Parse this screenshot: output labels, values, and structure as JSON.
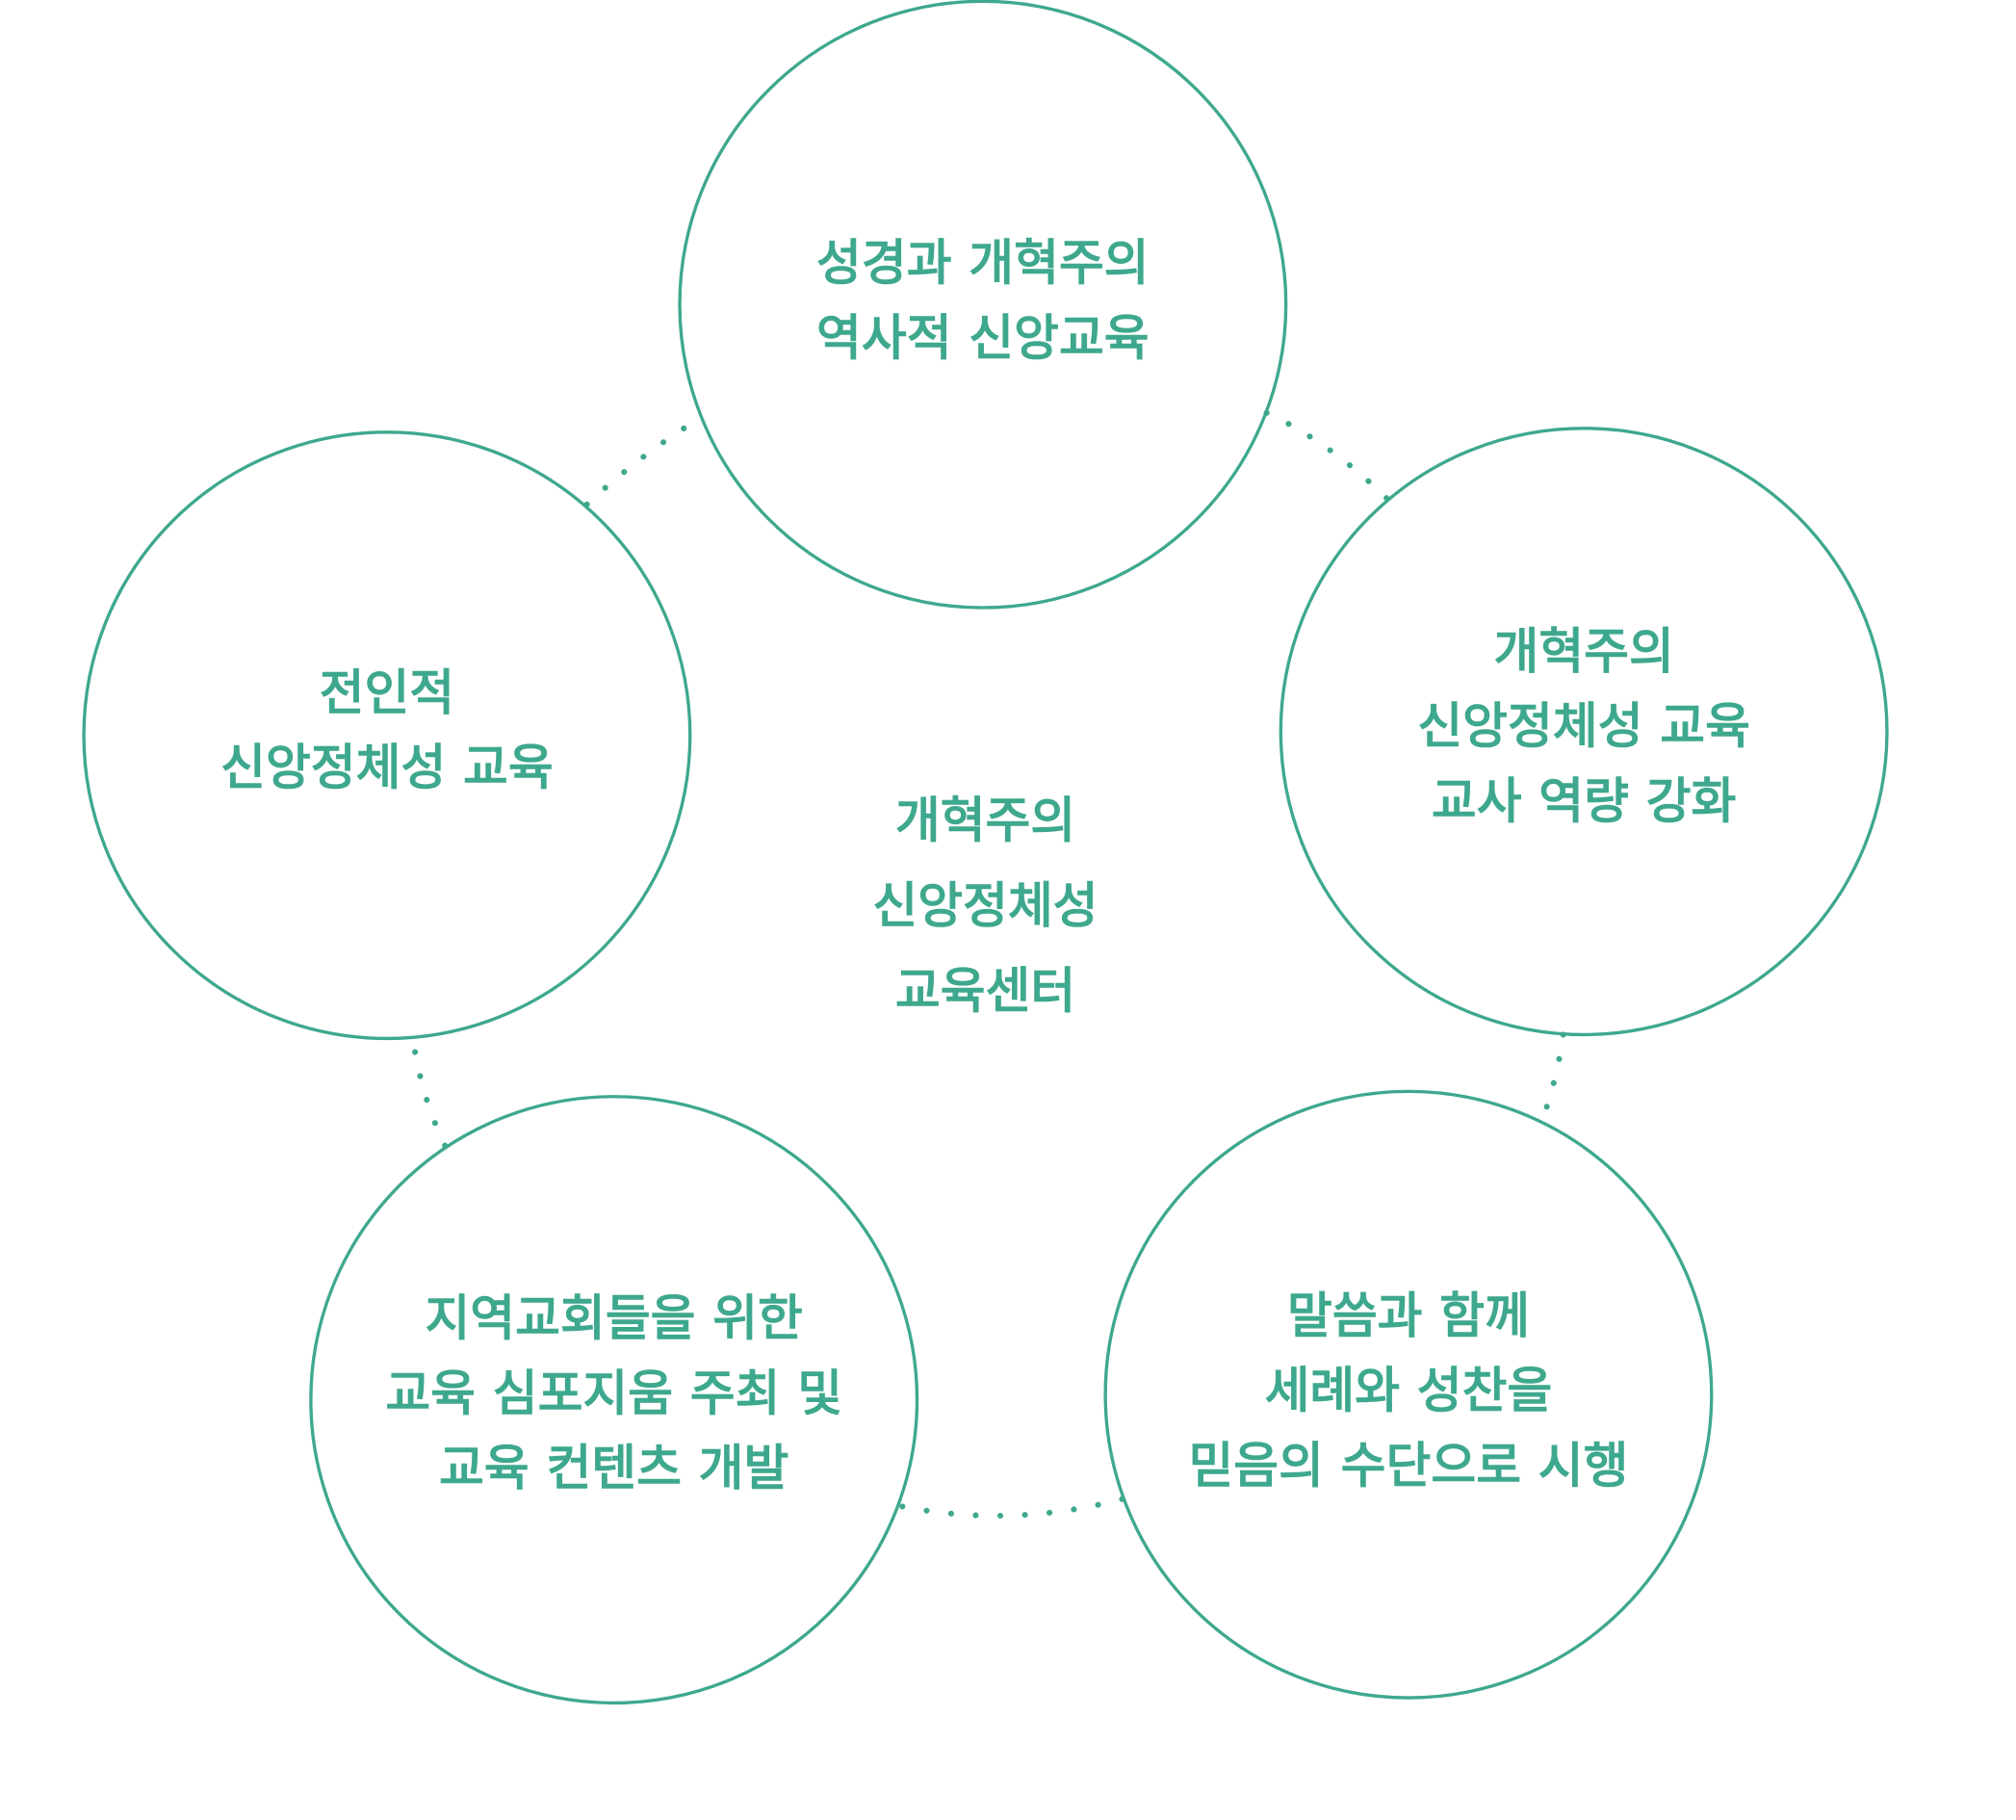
{
  "colors": {
    "accent": "#3ea88e",
    "background": "#ffffff"
  },
  "center": {
    "lines": [
      "개혁주의",
      "신앙정체성",
      "교육센터"
    ]
  },
  "nodes": [
    {
      "id": "top",
      "lines": [
        "성경과 개혁주의",
        "역사적 신앙교육"
      ]
    },
    {
      "id": "right",
      "lines": [
        "개혁주의",
        "신앙정체성 교육",
        "교사 역량 강화"
      ]
    },
    {
      "id": "bottom-right",
      "lines": [
        "말씀과 함께",
        "세례와 성찬을",
        "믿음의 수단으로 시행"
      ]
    },
    {
      "id": "bottom-left",
      "lines": [
        "지역교회들을 위한",
        "교육 심포지움 주최 및",
        "교육 컨텐츠 개발"
      ]
    },
    {
      "id": "left",
      "lines": [
        "전인적",
        "신앙정체성 교육"
      ]
    }
  ]
}
